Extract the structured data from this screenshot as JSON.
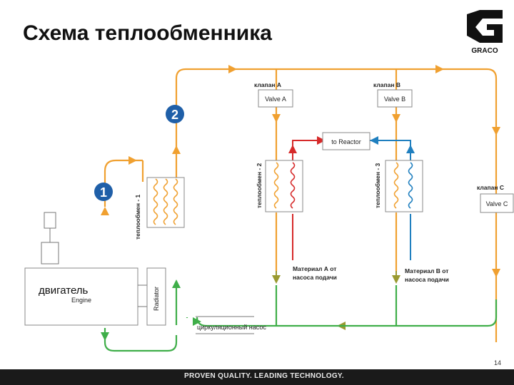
{
  "title": "Схема теплообменника",
  "logo": {
    "text": "GRACO",
    "icon": "graco-g-logo"
  },
  "footer": {
    "slogan": "PROVEN QUALITY. LEADING TECHNOLOGY."
  },
  "page_number": "14",
  "colors": {
    "orange": "#f0a030",
    "green": "#3fae49",
    "olive": "#9a9a30",
    "red": "#d62a2a",
    "blue": "#1f7fbf",
    "badge": "#1f5fa8"
  },
  "diagram": {
    "valve_a": {
      "title": "клапан А",
      "label": "Valve A"
    },
    "valve_b": {
      "title": "клапан В",
      "label": "Valve B"
    },
    "valve_c": {
      "title": "клапан С",
      "label": "Valve C"
    },
    "reactor": "to Reactor",
    "hx1": "теплообмен - 1",
    "hx2": "теплообмен - 2",
    "hx3": "теплообмен - 3",
    "engine_ru": "двигатель",
    "engine_en": "Engine",
    "radiator": "Radiator",
    "pump": "циркуляционный насос",
    "material_a": {
      "line1": "Материал А от",
      "line2": "насоса подачи"
    },
    "material_b": {
      "line1": "Материал В от",
      "line2": "насоса подачи"
    },
    "badge1": "1",
    "badge2": "2"
  }
}
